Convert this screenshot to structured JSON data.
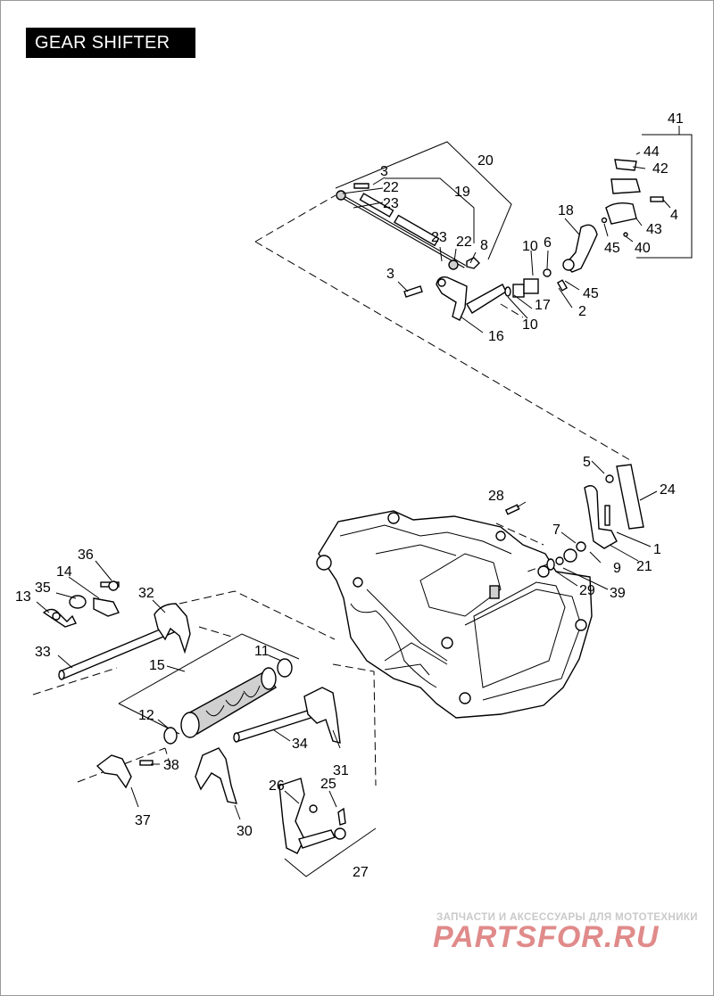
{
  "title": "GEAR SHIFTER",
  "watermark": {
    "tagline": "ЗАПЧАСТИ И АКСЕССУАРЫ ДЛЯ МОТОТЕХНИКИ",
    "logo": "PARTSFOR.RU",
    "tagline_color": "#c9c9c9",
    "logo_color": "#e08a8a"
  },
  "callouts": {
    "n41": "41",
    "n44": "44",
    "n42": "42",
    "n4": "4",
    "n43": "43",
    "n40": "40",
    "n45a": "45",
    "n18": "18",
    "n20": "20",
    "n3a": "3",
    "n22a": "22",
    "n19": "19",
    "n23a": "23",
    "n23b": "23",
    "n22b": "22",
    "n8": "8",
    "n10a": "10",
    "n6": "6",
    "n3b": "3",
    "n45b": "45",
    "n17": "17",
    "n2": "2",
    "n10b": "10",
    "n16": "16",
    "n5": "5",
    "n24": "24",
    "n28": "28",
    "n7": "7",
    "n1": "1",
    "n9": "9",
    "n21": "21",
    "n29": "29",
    "n39": "39",
    "n36": "36",
    "n14": "14",
    "n35": "35",
    "n13": "13",
    "n32": "32",
    "n33": "33",
    "n11": "11",
    "n15": "15",
    "n12": "12",
    "n34": "34",
    "n38": "38",
    "n31": "31",
    "n37": "37",
    "n30": "30",
    "n26": "26",
    "n25": "25",
    "n27": "27"
  }
}
